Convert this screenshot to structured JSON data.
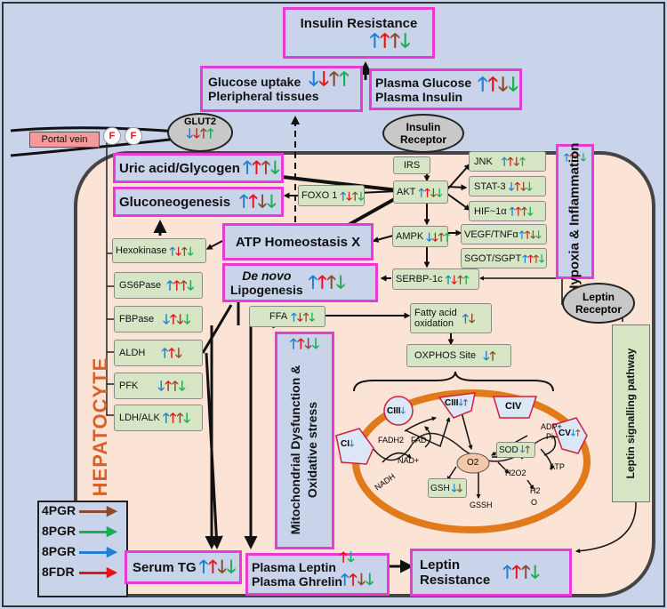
{
  "colors": {
    "pgr4": "#8b4a2b",
    "pgr8": "#1aae52",
    "pgr8b": "#1f7fd0",
    "fdr8": "#e8121b"
  },
  "top": {
    "insulin_resistance": "Insulin Resistance",
    "glucose_uptake_1": "Glucose uptake",
    "glucose_uptake_2": "Pleripheral tissues",
    "plasma_glucose": "Plasma Glucose",
    "plasma_insulin": "Plasma Insulin"
  },
  "receptors": {
    "glut2": "GLUT2",
    "insulin_1": "Insulin",
    "insulin_2": "Receptor",
    "leptin_1": "Leptin",
    "leptin_2": "Receptor",
    "portal_vein": "Portal vein",
    "fructose": "F"
  },
  "hepatocyte": "HEPATOCYTE",
  "pathway": {
    "uric_acid": "Uric acid/Glycogen",
    "gluconeogenesis": "Gluconeogenesis",
    "atp_homeostasis": "ATP Homeostasis  X",
    "de_novo_1": "De novo",
    "de_novo_2": "Lipogenesis",
    "hypoxia": "Hypoxia & Inflammation",
    "mito": "Mitochondrial Dysfunction & Oxidative stress",
    "leptin_signalling": "Leptin signalling pathway"
  },
  "signaling": {
    "irs": "IRS",
    "akt": "AKT",
    "foxo1": "FOXO 1",
    "ampk": "AMPK",
    "srebp": "SERBP-1c",
    "jnk": "JNK",
    "stat3": "STAT-3",
    "hif": "HIF~1α",
    "vegf": "VEGF/TNFα",
    "sgot": "SGOT/SGPT"
  },
  "enzymes": {
    "hexokinase": "Hexokinase",
    "gs6pase": "GS6Pase",
    "fbpase": "FBPase",
    "aldh": "ALDH",
    "pfk": "PFK",
    "ldh": "LDH/ALK",
    "ffa": "FFA"
  },
  "mitochondria": {
    "fa_oxidation_1": "Fatty acid",
    "fa_oxidation_2": "oxidation",
    "oxphos": "OXPHOS Site",
    "ci": "CI",
    "cii": "CIII",
    "ciii": "CIII",
    "civ": "CIV",
    "cv": "CV",
    "fadh2": "FADH2",
    "fad": "FAD",
    "nadh": "NADH",
    "nad": "NAD+",
    "o2": "O2",
    "adp": "ADP+",
    "pi": "Pi",
    "atp": "ATP",
    "sod": "SOD",
    "h2o2": "H2O2",
    "h2o_1": "H2",
    "h2o_2": "O",
    "gsh": "GSH",
    "gssh": "GSSH"
  },
  "bottom": {
    "serum_tg": "Serum TG",
    "plasma_leptin": "Plasma Leptin",
    "plasma_ghrelin": "Plasma Ghrelin",
    "leptin_resistance_1": "Leptin",
    "leptin_resistance_2": "Resistance"
  },
  "legend": [
    {
      "label": "4PGR",
      "color": "#8b4a2b"
    },
    {
      "label": "8PGR",
      "color": "#1aae52"
    },
    {
      "label": "8PGR",
      "color": "#1f7fd0"
    },
    {
      "label": "8FDR",
      "color": "#e8121b"
    }
  ]
}
